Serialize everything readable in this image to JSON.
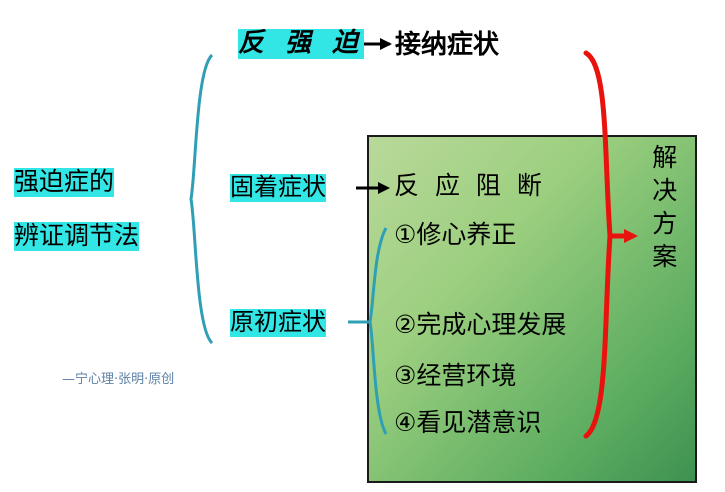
{
  "diagram": {
    "title": {
      "line1": "强迫症的",
      "line2": "辨证调节法"
    },
    "branches": [
      {
        "id": "fan-qiang-po",
        "label": "反 强 迫",
        "highlight": true
      },
      {
        "id": "gu-zhuo-zheng-zhuang",
        "label": "固着症状",
        "highlight": true
      },
      {
        "id": "yuan-chu-zheng-zhuang",
        "label": "原初症状",
        "highlight": true
      }
    ],
    "outside_node": {
      "id": "jie-na-zheng-zhuang",
      "label": "接纳症状"
    },
    "green_panel": {
      "items": [
        {
          "id": "fan-ying-zu-duan",
          "label": "反 应 阻 断"
        },
        {
          "id": "item-1",
          "label": "①修心养正"
        },
        {
          "id": "item-2",
          "label": "②完成心理发展"
        },
        {
          "id": "item-3",
          "label": "③经营环境"
        },
        {
          "id": "item-4",
          "label": "④看见潜意识"
        }
      ],
      "vertical_label": "解决方案"
    },
    "credit": "—宁心理·张明·原创",
    "colors": {
      "highlight": "#33e6e6",
      "bracket": "#2f9fb5",
      "red_brace": "#e8130d",
      "panel_top": "#b9d99a",
      "panel_bottom": "#3e9150",
      "credit_text": "#5b7fa6"
    }
  }
}
